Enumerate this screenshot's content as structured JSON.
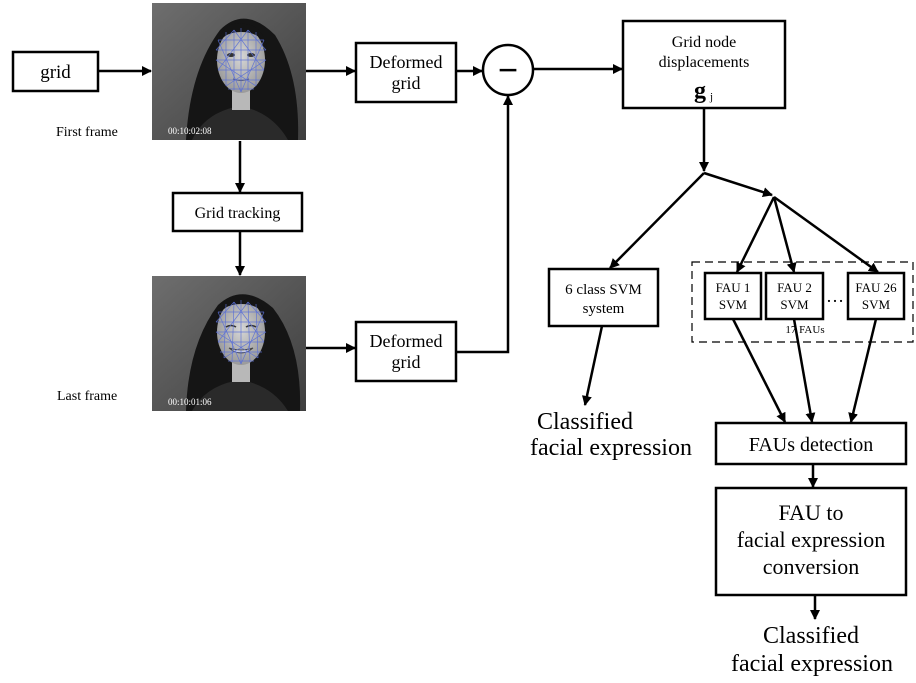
{
  "inputs": {
    "grid_label": "grid",
    "first_frame_caption": "First frame",
    "last_frame_caption": "Last frame",
    "first_frame_timecode": "00:10:02:08",
    "last_frame_timecode": "00:10:01:06",
    "grid_tracking_label": "Grid tracking"
  },
  "deformed_grid_top": [
    "Deformed",
    "grid"
  ],
  "deformed_grid_bottom": [
    "Deformed",
    "grid"
  ],
  "difference_symbol": "−",
  "displacements": {
    "line1": "Grid node",
    "line2": "displacements",
    "symbol": "g",
    "subscript": "j"
  },
  "svm6": [
    "6 class SVM",
    "system"
  ],
  "classified_left": [
    "Classified",
    "facial expression"
  ],
  "fau_svms": [
    {
      "line1": "FAU 1",
      "line2": "SVM"
    },
    {
      "line1": "FAU 2",
      "line2": "SVM"
    },
    {
      "line1": "FAU 26",
      "line2": "SVM"
    }
  ],
  "ellipsis": "…",
  "faus_group_label": "17 FAUs",
  "fau_detection_label": "FAUs detection",
  "conversion": [
    "FAU to",
    "facial expression",
    "conversion"
  ],
  "classified_right": [
    "Classified",
    "facial expression"
  ],
  "colors": {
    "line": "#000000",
    "grid_mesh": "#5a6fd6",
    "photo_background": "#5c5c5c"
  }
}
